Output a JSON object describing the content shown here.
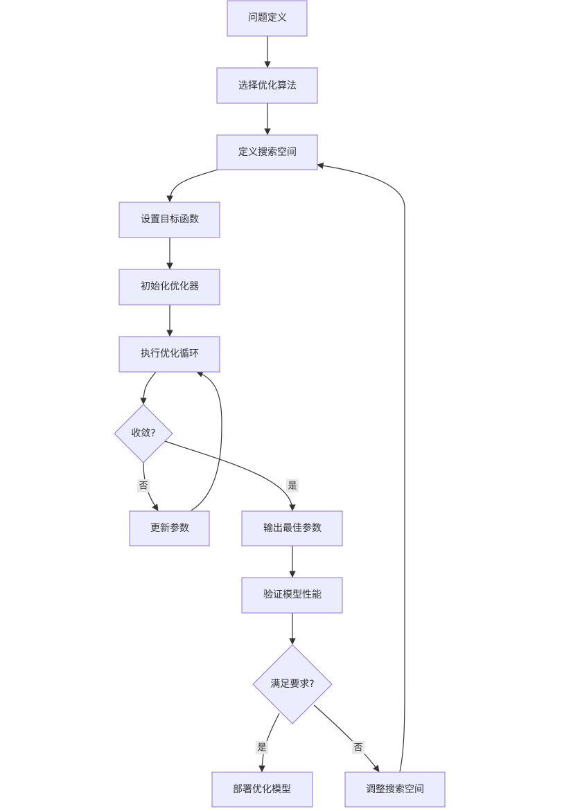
{
  "diagram": {
    "nodes": {
      "n1": "问题定义",
      "n2": "选择优化算法",
      "n3": "定义搜索空间",
      "n4": "设置目标函数",
      "n5": "初始化优化器",
      "n6": "执行优化循环",
      "d1": "收敛?",
      "n7": "更新参数",
      "n8": "输出最佳参数",
      "n9": "验证模型性能",
      "d2": "满足要求?",
      "n10": "部署优化模型",
      "n11": "调整搜索空间"
    },
    "edge_labels": {
      "d1_no": "否",
      "d1_yes": "是",
      "d2_yes": "是",
      "d2_no": "否"
    },
    "colors": {
      "node_fill": "#ECECFF",
      "node_stroke": "#9370DB",
      "edge": "#333333",
      "label_bg": "#e8e8e8"
    }
  }
}
